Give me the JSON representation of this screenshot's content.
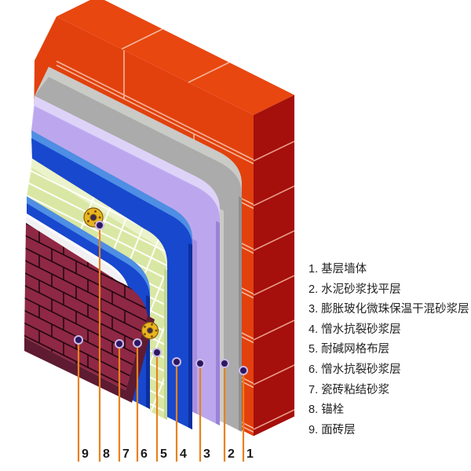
{
  "legend": {
    "items": [
      {
        "text": "1. 基层墙体"
      },
      {
        "text": "2. 水泥砂浆找平层"
      },
      {
        "text": "3. 膨胀玻化微珠保温干混砂浆层"
      },
      {
        "text": "4. 憎水抗裂砂浆层"
      },
      {
        "text": "5. 耐碱网格布层"
      },
      {
        "text": "6. 憎水抗裂砂浆层"
      },
      {
        "text": "7. 瓷砖粘结砂浆"
      },
      {
        "text": "8. 锚栓"
      },
      {
        "text": "9. 面砖层"
      }
    ]
  },
  "callouts": {
    "numbers": [
      "9",
      "8",
      "7",
      "6",
      "5",
      "4",
      "3",
      "2",
      "1"
    ]
  },
  "layers": {
    "base_wall": {
      "label": "基层墙体",
      "front": "#E2410D",
      "top": "#E8470F",
      "side": "#A50F0C",
      "mortar": "#F4B59B",
      "side_mortar": "#E59A86"
    },
    "leveling": {
      "label": "水泥砂浆找平层",
      "main": "#ABABAB",
      "top": "#CACAC6",
      "edge": "#909090"
    },
    "insulation": {
      "label": "膨胀玻化微珠保温干混砂浆层",
      "main": "#BCA7EE",
      "top": "#DDD2F8",
      "edge": "#9A82D6",
      "left": "#A78FE0"
    },
    "crack_mortar_outer": {
      "label": "憎水抗裂砂浆层",
      "main": "#1748CE",
      "top": "#4E8EE4",
      "edge": "#0C2FA0"
    },
    "mesh": {
      "label": "耐碱网格布层",
      "main": "#D9E7A4",
      "top": "#EBF3CB",
      "edge": "#C6D88E",
      "grid": "#FFFFFF"
    },
    "crack_mortar_inner": {
      "label": "憎水抗裂砂浆层",
      "main": "#1748CE",
      "top": "#4E8EE4",
      "edge": "#0C2FA0"
    },
    "bonding": {
      "label": "瓷砖粘结砂浆",
      "main": "#F1F1F4",
      "top": "#FBFBFD",
      "edge": "#D9D9E2"
    },
    "face_brick": {
      "label": "面砖层",
      "main": "#8E2845",
      "dark": "#5E1B31",
      "mortar": "#20060F"
    },
    "anchor": {
      "label": "锚栓",
      "gold": "#E7B51F",
      "rim": "#8A5A10",
      "hole": "#3A2A4A",
      "dot": "#7A4A12"
    }
  },
  "callout_style": {
    "line": "#E8821E",
    "dot": "#2E1760",
    "ring": "#C9BAE8"
  }
}
